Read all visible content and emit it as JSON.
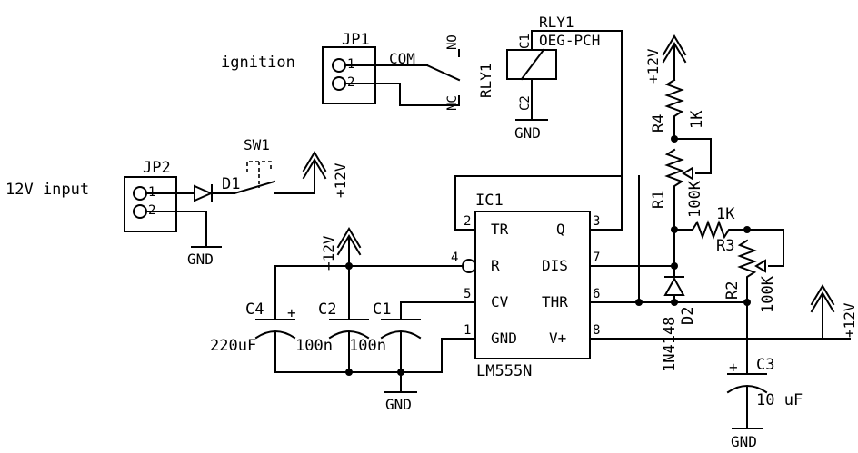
{
  "labels": {
    "ignition": "ignition",
    "input": "12V input",
    "jp1": "JP1",
    "jp2": "JP2",
    "pin1": "1",
    "pin2": "2",
    "com": "COM",
    "no": "NO",
    "nc": "NC",
    "rly1_vert": "RLY1",
    "rly1_top": "RLY1",
    "rly1_part": "OEG-PCH",
    "c1_coil": "C1",
    "c2_coil": "C2",
    "gnd": "GND",
    "sw1": "SW1",
    "d1": "D1",
    "plus12": "+12V",
    "ic1": "IC1",
    "ic_part": "LM555N",
    "ic_tr": "TR",
    "ic_q": "Q",
    "ic_r": "R",
    "ic_dis": "DIS",
    "ic_cv": "CV",
    "ic_thr": "THR",
    "ic_gnd": "GND",
    "ic_vplus": "V+",
    "p1": "1",
    "p2": "2",
    "p3": "3",
    "p4": "4",
    "p5": "5",
    "p6": "6",
    "p7": "7",
    "p8": "8",
    "c4": "C4",
    "c4_val": "220uF",
    "c2": "C2",
    "c2_val": "100n",
    "c1": "C1",
    "c1_val": "100n",
    "plus": "+",
    "r4": "R4",
    "r4_val": "1K",
    "r1": "R1",
    "r1_val": "100K",
    "r3": "R3",
    "r3_val": "1K",
    "r2": "R2",
    "r2_val": "100K",
    "d2": "D2",
    "d2_part": "1N4148",
    "c3": "C3",
    "c3_val": "10 uF"
  }
}
